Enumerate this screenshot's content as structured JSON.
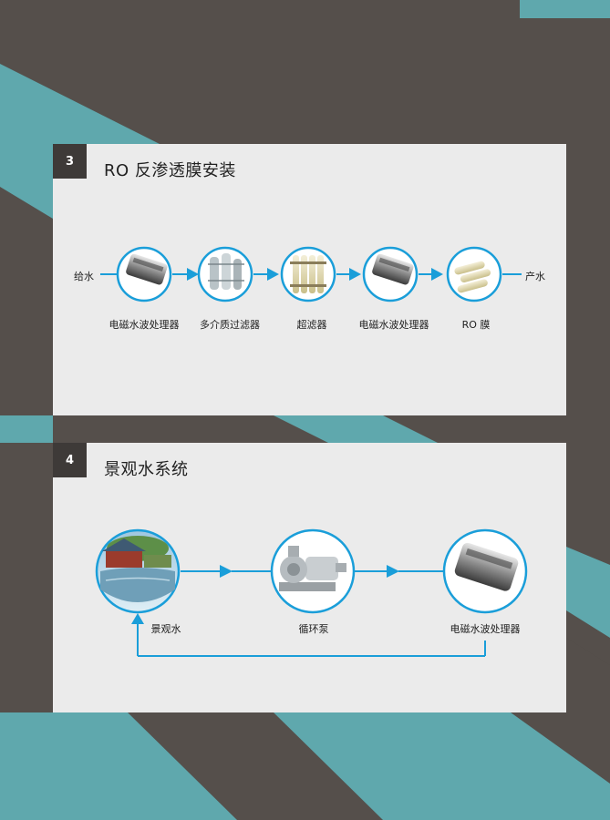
{
  "sections": [
    {
      "number": "3",
      "title": "RO 反渗透膜安装",
      "input_label": "给水",
      "output_label": "产水",
      "nodes": [
        {
          "label": "电磁水波处理器",
          "icon": "electromagnetic-processor-icon"
        },
        {
          "label": "多介质过滤器",
          "icon": "multimedia-filter-icon"
        },
        {
          "label": "超滤器",
          "icon": "ultrafilter-icon"
        },
        {
          "label": "电磁水波处理器",
          "icon": "electromagnetic-processor-icon"
        },
        {
          "label": "RO 膜",
          "icon": "ro-membrane-icon"
        }
      ]
    },
    {
      "number": "4",
      "title": "景观水系统",
      "nodes": [
        {
          "label": "景观水",
          "icon": "landscape-water-icon"
        },
        {
          "label": "循环泵",
          "icon": "circulation-pump-icon"
        },
        {
          "label": "电磁水波处理器",
          "icon": "electromagnetic-processor-icon"
        }
      ]
    }
  ],
  "colors": {
    "background": "#554f4b",
    "accent_teal": "#5fa8ad",
    "card": "#ebebeb",
    "badge": "#3e3a38",
    "flow_blue": "#1a9ed9"
  }
}
